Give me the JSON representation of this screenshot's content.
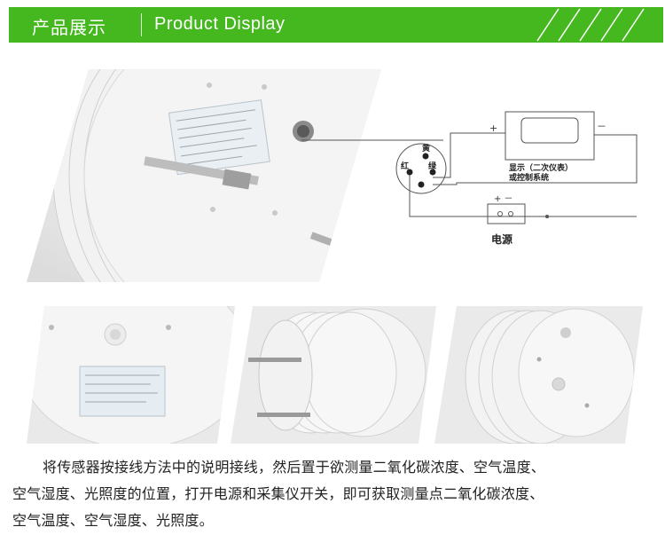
{
  "header": {
    "title_cn": "产品展示",
    "title_en": "Product Display",
    "bg_color": "#46b81f"
  },
  "wiring_diagram": {
    "plus_top": "+",
    "minus_top": "－",
    "connector_yellow": "黄",
    "connector_red": "红",
    "connector_green": "绿",
    "display_label_line1": "显示（二次仪表）",
    "display_label_line2": "或控制系统",
    "power_plus_minus": "+ －",
    "power_label": "电源"
  },
  "description": {
    "line1": "将传感器按接线方法中的说明接线，然后置于欲测量二氧化碳浓度、空气温度、",
    "line2": "空气湿度、光照度的位置，打开电源和采集仪开关，即可获取测量点二氧化碳浓度、",
    "line3": "空气温度、空气湿度、光照度。"
  }
}
